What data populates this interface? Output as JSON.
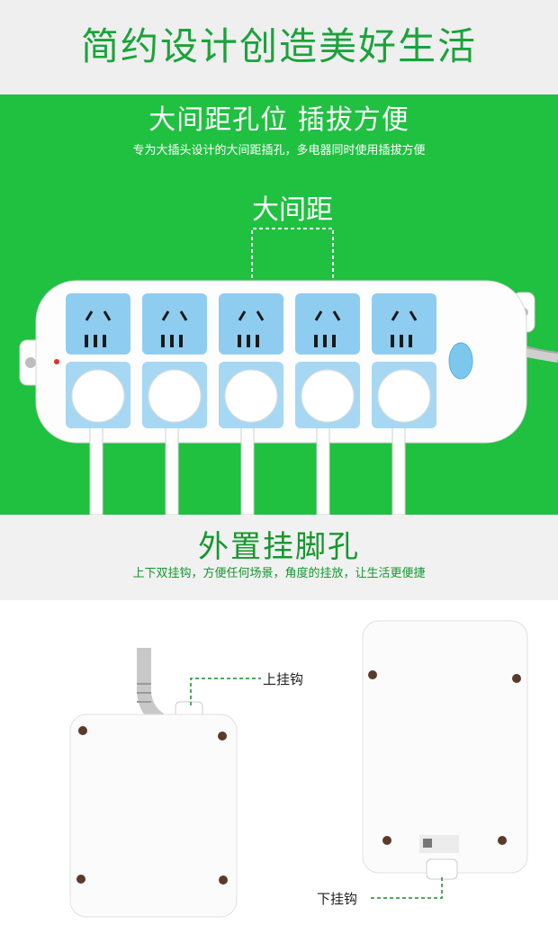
{
  "headline": "简约设计创造美好生活",
  "spacing_section": {
    "title": "大间距孔位 插拔方便",
    "subtitle": "专为大插头设计的大间距插孔，多电器同时使用插拔方便",
    "gap_label": "大间距"
  },
  "hook_section": {
    "title": "外置挂脚孔",
    "subtitle": "上下双挂钩，方便任何场景，角度的挂放，让生活更便捷"
  },
  "callouts": {
    "upper_hook": "上挂钩",
    "lower_hook": "下挂钩"
  },
  "colors": {
    "brand_green": "#20c040",
    "title_green": "#1aa33a",
    "socket_blue": "#8fcdf0",
    "background": "#ffffff"
  }
}
